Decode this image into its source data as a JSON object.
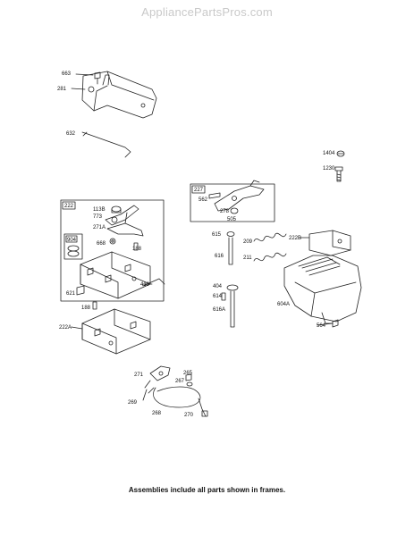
{
  "watermark": "AppliancePartsPros.com",
  "footer_note": "Assemblies include all parts shown in frames.",
  "labels": {
    "p663": "663",
    "p281": "281",
    "p632": "632",
    "p1404": "1404",
    "p1230": "1230",
    "p222": "222",
    "p113B": "113B",
    "p773": "773",
    "p271A": "271A",
    "p904": "904",
    "p668": "668",
    "p188a": "188",
    "p621": "621",
    "p410": "410",
    "p188b": "188",
    "p222A": "222A",
    "p227": "227",
    "p562": "562",
    "p278": "278",
    "p505": "505",
    "p615": "615",
    "p209": "209",
    "p222B": "222B",
    "p616": "616",
    "p211": "211",
    "p404": "404",
    "p614": "614",
    "p616A": "616A",
    "p604A": "604A",
    "p564": "564",
    "p271": "271",
    "p265": "265",
    "p267": "267",
    "p269": "269",
    "p268": "268",
    "p270": "270"
  }
}
